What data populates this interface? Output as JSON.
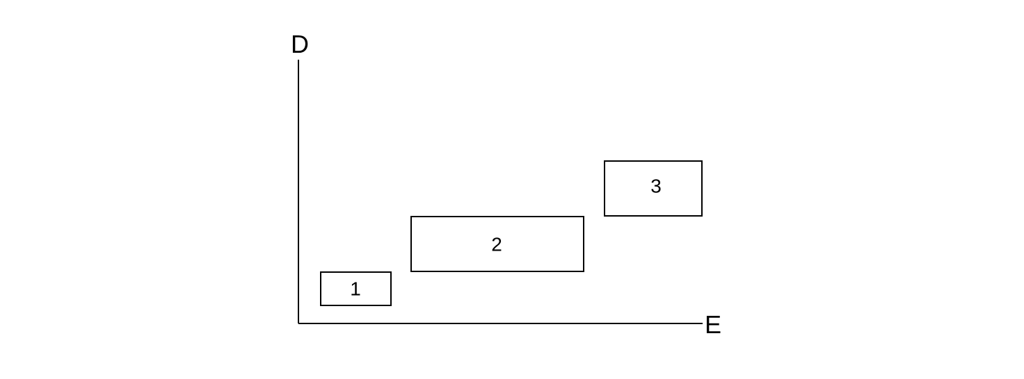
{
  "axes": {
    "y_label": "D",
    "x_label": "E"
  },
  "regions": [
    {
      "label": "1"
    },
    {
      "label": "2"
    },
    {
      "label": "3"
    }
  ],
  "colors": {
    "stroke": "#000000",
    "background": "#ffffff"
  }
}
